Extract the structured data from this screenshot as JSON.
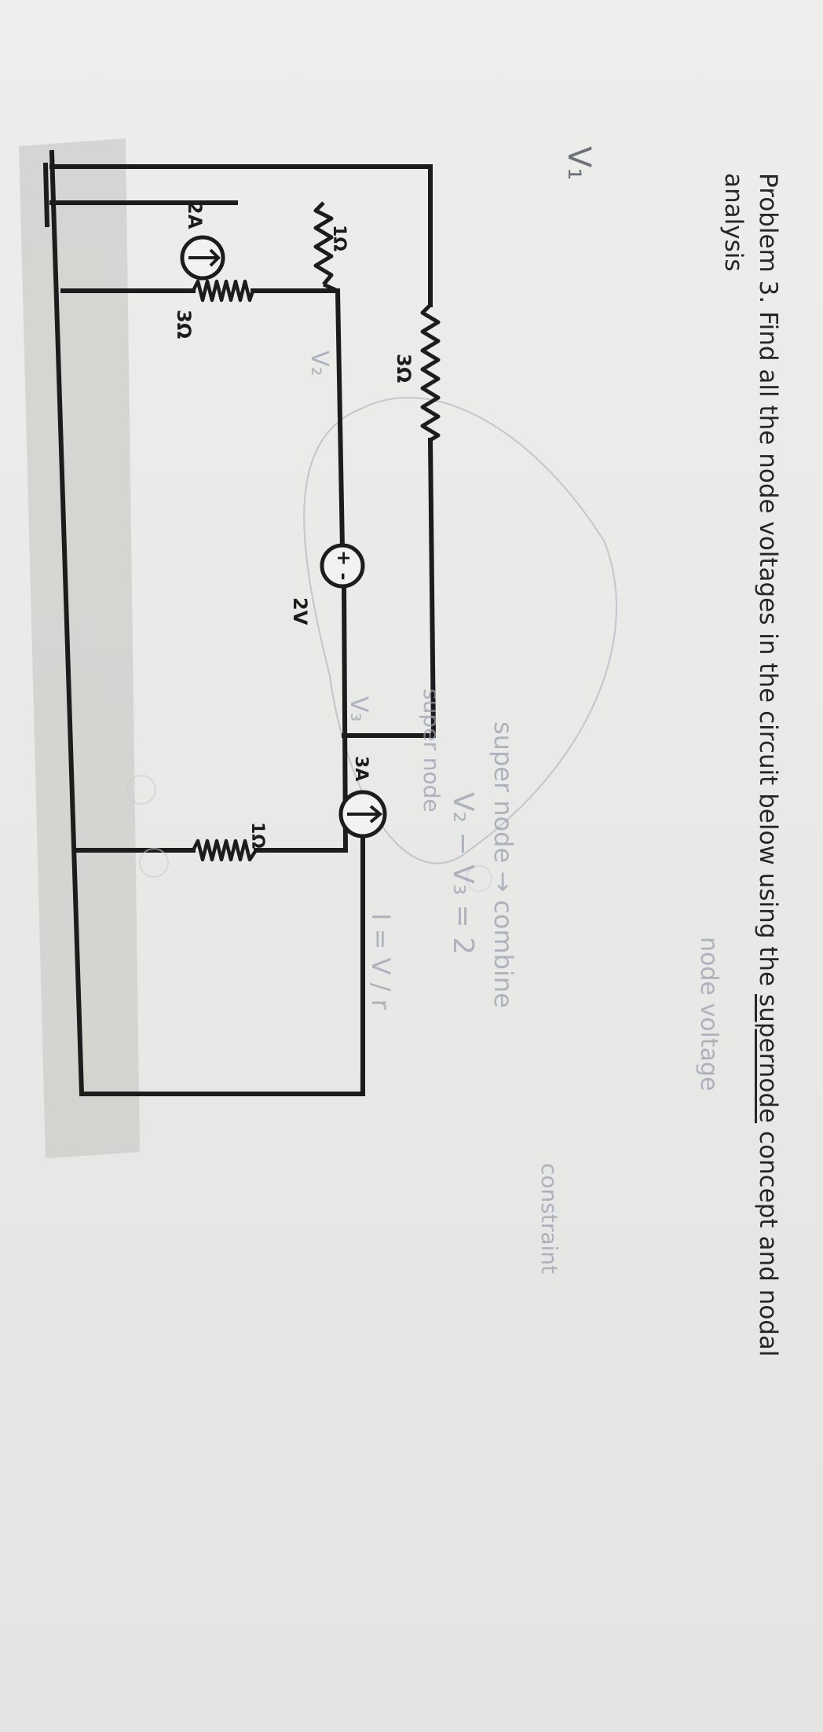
{
  "problem": {
    "number_label": "Problem 3.",
    "text_before": "Find all the node voltages in the circuit below using the",
    "underlined_term": "supernode",
    "text_after": "concept and nodal",
    "line2": "analysis"
  },
  "circuit": {
    "components": {
      "resistor_top": "3Ω",
      "resistor_left": "1Ω",
      "resistor_middle": "3Ω",
      "resistor_bottom": "1Ω",
      "source_left": "2A",
      "source_right": "3A",
      "voltage_source": "2V",
      "polarity": "+ -"
    }
  },
  "handwriting": {
    "node_v1": "V₁",
    "node_v2": "V₂",
    "node_v3": "V₃",
    "supernode_label": "super node",
    "note_supernode": "super node → combine",
    "note_node_voltage": "node voltage",
    "equation": "V₂ − V₃ = 2",
    "note_constraint": "constraint",
    "ohm_law": "I = V / r"
  },
  "colors": {
    "ink": "#1c1c1c",
    "pencil": "#9aa0b0",
    "paper": "#ececea",
    "shadow": "#b9b9b7"
  }
}
